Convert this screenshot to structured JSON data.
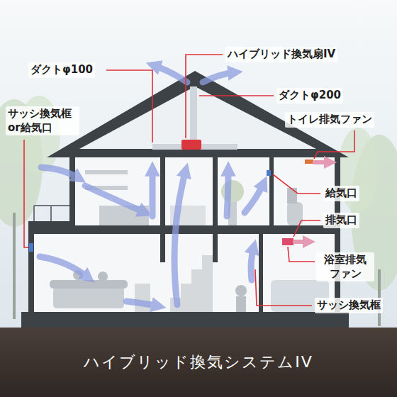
{
  "diagram": {
    "title": "ハイブリッド換気システムIV",
    "labels": [
      "ダクトφ100",
      "ハイブリッド換気扇IV",
      "ダクトφ200",
      "サッシ換気框 or給気口",
      "トイレ排気ファン",
      "給気口",
      "排気口",
      "浴室排気 ファン",
      "サッシ換気框"
    ]
  }
}
